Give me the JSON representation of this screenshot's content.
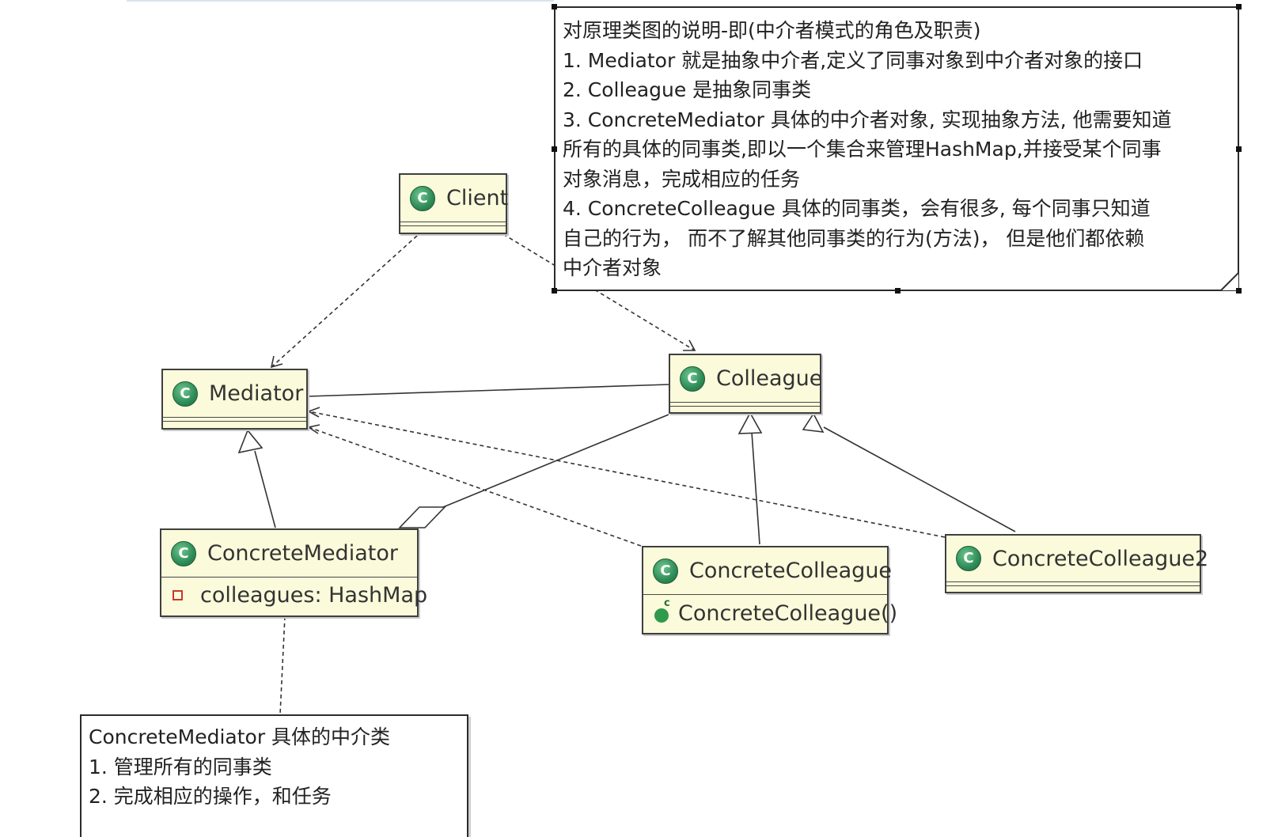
{
  "diagram": {
    "classes": {
      "client": {
        "name": "Client"
      },
      "mediator": {
        "name": "Mediator"
      },
      "colleague": {
        "name": "Colleague"
      },
      "concrete_mediator": {
        "name": "ConcreteMediator",
        "field": "colleagues: HashMap"
      },
      "concrete_colleague": {
        "name": "ConcreteColleague",
        "constructor": "ConcreteColleague()"
      },
      "concrete_colleague2": {
        "name": "ConcreteColleague2"
      }
    },
    "notes": {
      "roles": {
        "lines": [
          "对原理类图的说明-即(中介者模式的角色及职责)",
          "1. Mediator 就是抽象中介者,定义了同事对象到中介者对象的接口",
          "2. Colleague 是抽象同事类",
          "3. ConcreteMediator 具体的中介者对象, 实现抽象方法, 他需要知道",
          "所有的具体的同事类,即以一个集合来管理HashMap,并接受某个同事",
          "对象消息，完成相应的任务",
          "4. ConcreteColleague 具体的同事类，会有很多, 每个同事只知道",
          "自己的行为， 而不了解其他同事类的行为(方法)， 但是他们都依赖",
          "中介者对象"
        ]
      },
      "concrete_mediator": {
        "lines": [
          "ConcreteMediator 具体的中介类",
          "1. 管理所有的同事类",
          "2. 完成相应的操作，和任务"
        ]
      }
    },
    "icons": {
      "class_icon_letter": "C",
      "constructor_icon_letter": "c"
    },
    "colors": {
      "class_fill": "#fbfbdb",
      "class_border": "#3f3f3f",
      "class_icon": "#2e8b57",
      "field_icon": "#c8372d",
      "line": "#333333"
    }
  }
}
